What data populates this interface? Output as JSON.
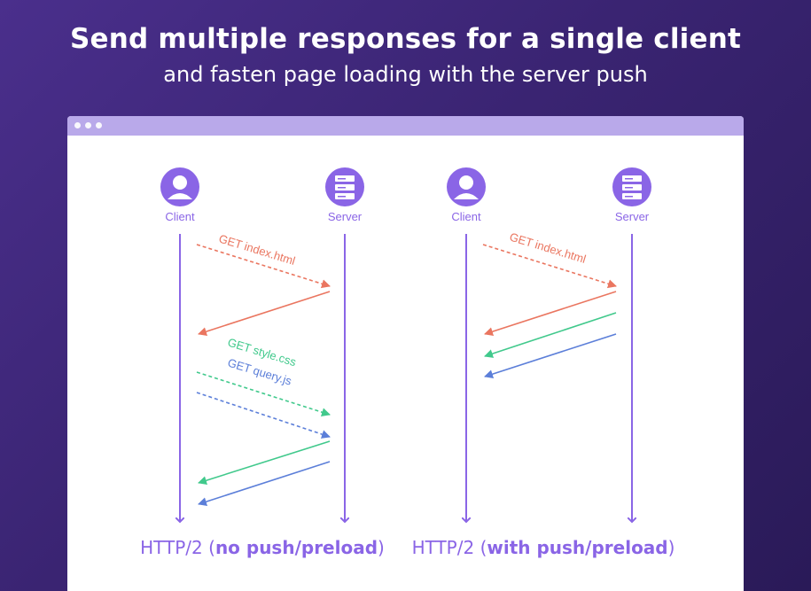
{
  "header": {
    "title": "Send multiple responses for a single client",
    "subtitle": "and fasten page loading with the server push"
  },
  "colors": {
    "purple": "#8a65e6",
    "orange": "#ea7660",
    "green": "#41c98c",
    "blue": "#5c7fd9",
    "caption": "#8a65e6"
  },
  "icons": [
    "window-dot",
    "user-icon",
    "server-icon"
  ],
  "left_diagram": {
    "client_label": "Client",
    "server_label": "Server",
    "request_label": "GET index.html",
    "style_label": "GET style.css",
    "query_label": "GET query.js",
    "caption_prefix": "HTTP/2 (",
    "caption_bold": "no push/preload",
    "caption_suffix": ")"
  },
  "right_diagram": {
    "client_label": "Client",
    "server_label": "Server",
    "request_label": "GET index.html",
    "caption_prefix": "HTTP/2 (",
    "caption_bold": "with push/preload",
    "caption_suffix": ")"
  }
}
